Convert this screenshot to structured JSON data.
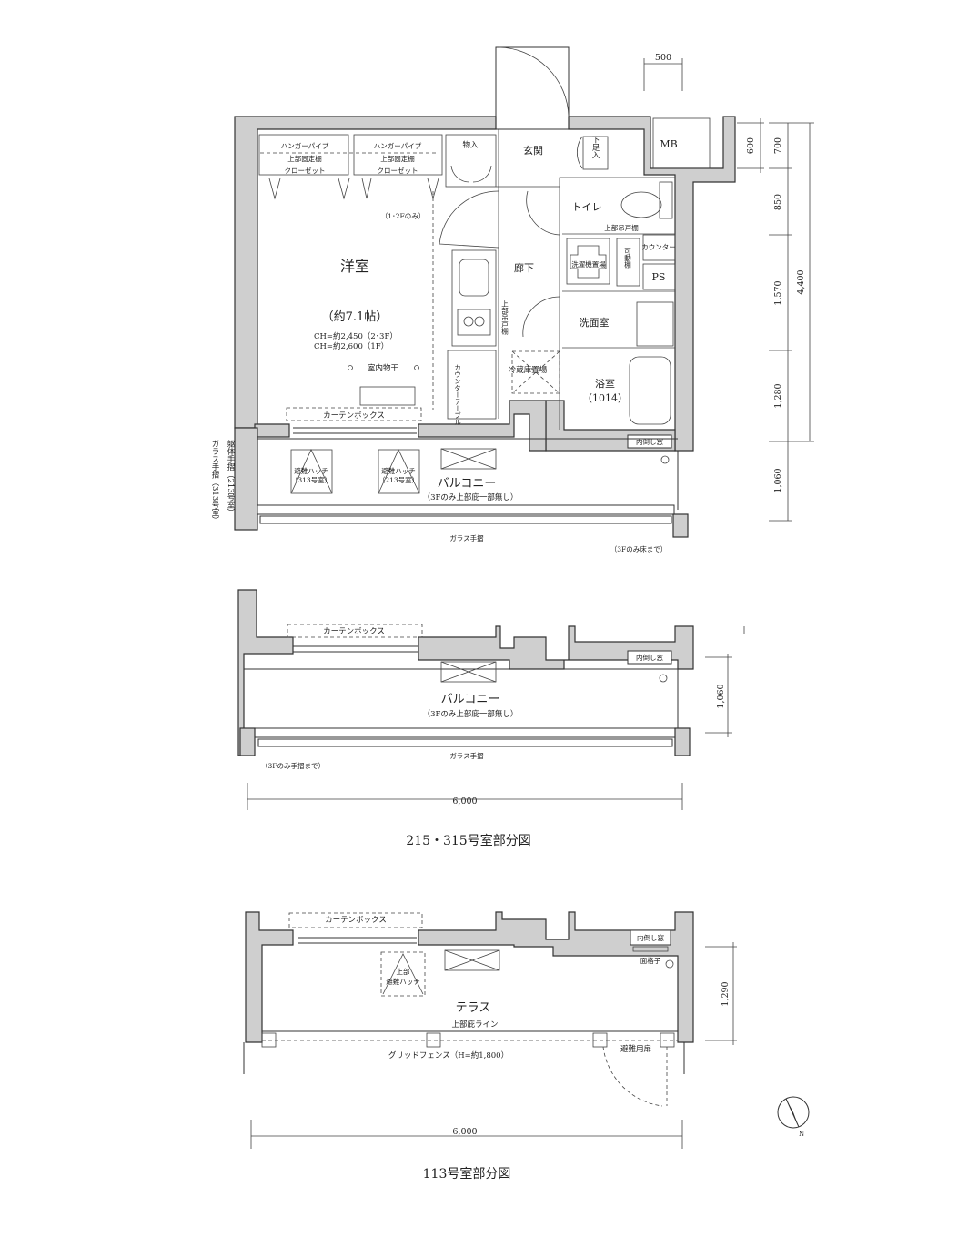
{
  "plan_main": {
    "rooms": {
      "western_room": "洋室",
      "western_room_size": "（約7.1帖）",
      "ceiling_height_1": "CH=約2,450（2･3F）",
      "ceiling_height_2": "CH=約2,600（1F）",
      "indoor_drying": "室内物干",
      "closet_note": "（1･2Fのみ）",
      "closet_1": [
        "ハンガーパイプ",
        "上部固定棚",
        "クローゼット"
      ],
      "closet_2": [
        "ハンガーパイプ",
        "上部固定棚",
        "クローゼット"
      ],
      "storage": "物入",
      "entrance": "玄関",
      "shoe_box": "下足入",
      "mb": "MB",
      "toilet": "トイレ",
      "upper_cabinet_toilet": "上部吊戸棚",
      "corridor": "廊下",
      "upper_cabinet_kitchen": "上部吊戸棚",
      "washer_space": "洗濯機置場",
      "movable_shelf": "可動棚",
      "counter": "カウンター",
      "ps": "PS",
      "washroom": "洗面室",
      "fridge_space": "冷蔵庫置場",
      "bathroom": "浴室",
      "bathroom_size": "（1014）",
      "counter_table": "カウンターテーブル",
      "curtain_box": "カーテンボックス",
      "inner_window": "内倒し窓",
      "balcony": "バルコニー",
      "balcony_note": "（3Fのみ上部庇一部無し）",
      "hatch_313": [
        "避難ハッチ",
        "（313号室）"
      ],
      "hatch_213": [
        "避難ハッチ",
        "（213号室）"
      ],
      "glass_rail": "ガラス手摺",
      "floor_note": "（3Fのみ床まで）",
      "side_rail_1": "躯体手摺（213号室）",
      "side_rail_2": "ガラス手摺（313号室）"
    },
    "dimensions": {
      "top": "500",
      "mb": "600",
      "d1": "700",
      "d2": "850",
      "d3": "1,570",
      "d4": "1,280",
      "d5": "1,060",
      "total": "4,400"
    }
  },
  "plan_215_315": {
    "title": "215・315号室部分図",
    "curtain_box": "カーテンボックス",
    "inner_window": "内倒し窓",
    "balcony": "バルコニー",
    "balcony_note": "（3Fのみ上部庇一部無し）",
    "glass_rail": "ガラス手摺",
    "rail_note": "（3Fのみ手摺まで）",
    "depth": "1,060",
    "width": "6,000"
  },
  "plan_113": {
    "title": "113号室部分図",
    "curtain_box": "カーテンボックス",
    "inner_window": "内倒し窓",
    "grille": "面格子",
    "hatch": [
      "上部",
      "避難ハッチ"
    ],
    "terrace": "テラス",
    "eave_line": "上部庇ライン",
    "fence": "グリッドフェンス（H=約1,800）",
    "escape_door": "避難用扉",
    "depth": "1,290",
    "width": "6,000"
  },
  "north_arrow": {
    "label": "N",
    "icon": "north-arrow-icon"
  }
}
